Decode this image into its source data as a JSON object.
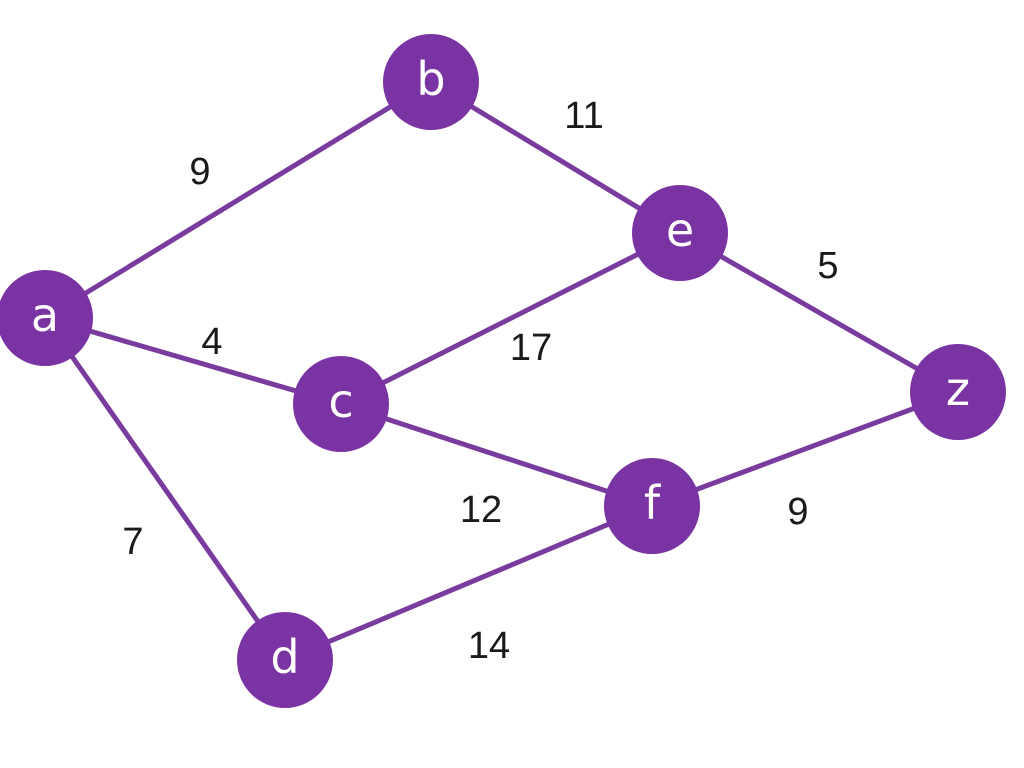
{
  "nodes": [
    {
      "id": "a",
      "label": "a"
    },
    {
      "id": "b",
      "label": "b"
    },
    {
      "id": "c",
      "label": "c"
    },
    {
      "id": "d",
      "label": "d"
    },
    {
      "id": "e",
      "label": "e"
    },
    {
      "id": "f",
      "label": "f"
    },
    {
      "id": "z",
      "label": "z"
    }
  ],
  "edges": [
    {
      "from": "a",
      "to": "b",
      "weight": "9"
    },
    {
      "from": "a",
      "to": "c",
      "weight": "4"
    },
    {
      "from": "a",
      "to": "d",
      "weight": "7"
    },
    {
      "from": "b",
      "to": "e",
      "weight": "11"
    },
    {
      "from": "c",
      "to": "e",
      "weight": "17"
    },
    {
      "from": "c",
      "to": "f",
      "weight": "12"
    },
    {
      "from": "d",
      "to": "f",
      "weight": "14"
    },
    {
      "from": "e",
      "to": "z",
      "weight": "5"
    },
    {
      "from": "f",
      "to": "z",
      "weight": "9"
    }
  ],
  "colors": {
    "node_fill": "#7a33a3",
    "edge_stroke": "#7a3b9f",
    "node_text": "#ffffff",
    "weight_text": "#1a1a1a"
  }
}
